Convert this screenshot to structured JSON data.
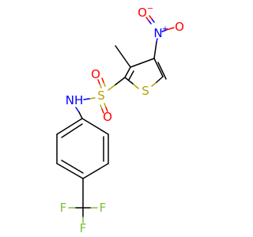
{
  "molecule": {
    "atoms": {
      "nitro_o_left": {
        "text": "O",
        "color": "#ff0000"
      },
      "nitro_o_left_charge": {
        "text": "−",
        "color": "#ff0000"
      },
      "nitro_n": {
        "text": "N",
        "color": "#0000ff"
      },
      "nitro_n_charge": {
        "text": "+",
        "color": "#0000ff"
      },
      "nitro_o_right": {
        "text": "O",
        "color": "#ff0000"
      },
      "ring_s": {
        "text": "S",
        "color": "#b3a400"
      },
      "sulfonyl_s": {
        "text": "S",
        "color": "#b3a400"
      },
      "sulfonyl_o_top": {
        "text": "O",
        "color": "#ff0000"
      },
      "sulfonyl_o_bottom": {
        "text": "O",
        "color": "#ff0000"
      },
      "nh": {
        "text": "NH",
        "color": "#0000ff"
      },
      "f1": {
        "text": "F",
        "color": "#7ec03a"
      },
      "f2": {
        "text": "F",
        "color": "#7ec03a"
      },
      "f3": {
        "text": "F",
        "color": "#7ec03a"
      }
    }
  }
}
